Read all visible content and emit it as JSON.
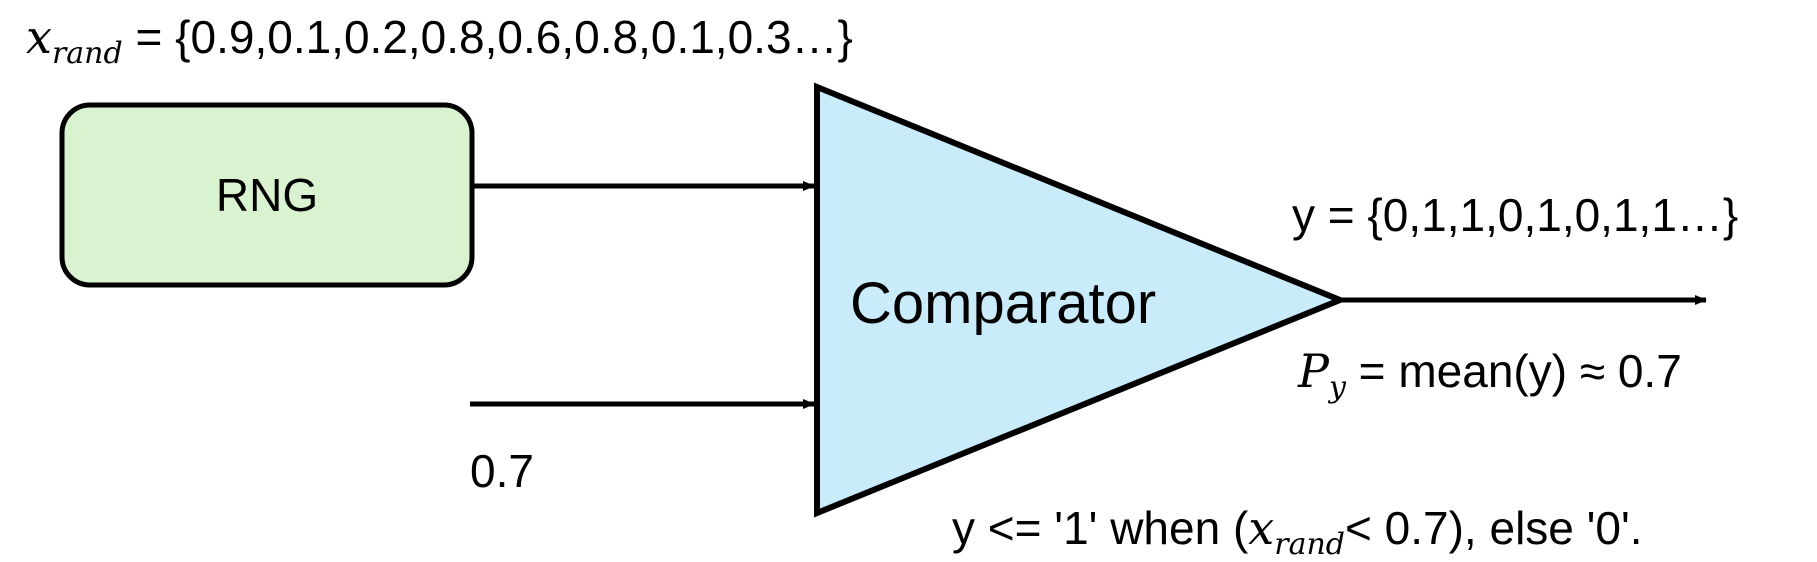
{
  "xrand_sequence": {
    "symbol": "x",
    "subscript": "rand",
    "text": " = {0.9,0.1,0.2,0.8,0.6,0.8,0.1,0.3…}"
  },
  "rng_block": {
    "label": "RNG"
  },
  "comparator_block": {
    "label": "Comparator"
  },
  "threshold_input": {
    "value": "0.7"
  },
  "output_sequence": {
    "text": "y = {0,1,1,0,1,0,1,1…}"
  },
  "probability": {
    "symbol": "P",
    "subscript": "y",
    "text": " = mean(y) ≈ 0.7"
  },
  "rule": {
    "prefix": "y <= '1' when (",
    "symbol": "x",
    "subscript": "rand",
    "suffix": "< 0.7), else '0'."
  },
  "colors": {
    "rng_fill": "#d9f2cf",
    "comparator_fill": "#c9ebfa",
    "stroke": "#000000"
  }
}
